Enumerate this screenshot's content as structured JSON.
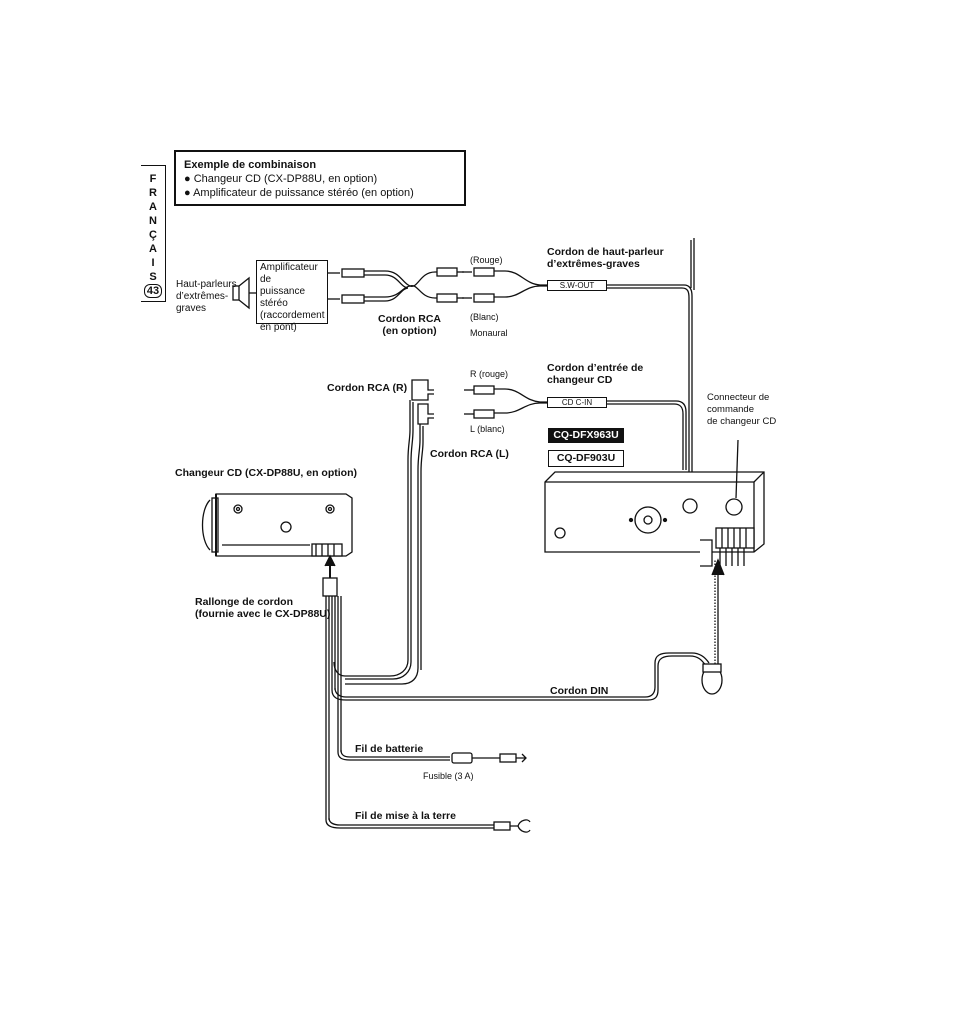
{
  "side_tab": {
    "letters": [
      "F",
      "R",
      "A",
      "N",
      "Ç",
      "A",
      "I",
      "S"
    ],
    "page_number": "43"
  },
  "example_box": {
    "title": "Exemple de combinaison",
    "items": [
      "Changeur CD (CX-DP88U, en option)",
      "Amplificateur de puissance stéréo (en option)"
    ]
  },
  "labels": {
    "speakers": [
      "Haut-parleurs",
      "d’extrêmes-",
      "graves"
    ],
    "amplifier": [
      "Amplificateur de",
      "puissance stéréo",
      "(raccordement",
      "en pont)"
    ],
    "rca_cord_optional": [
      "Cordon RCA",
      "(en option)"
    ],
    "rouge": "(Rouge)",
    "blanc": "(Blanc)",
    "monaural": "Monaural",
    "subwoofer_cord": [
      "Cordon de haut-parleur",
      "d’extrêmes-graves"
    ],
    "sw_out": "S.W-OUT",
    "r_rouge": "R (rouge)",
    "l_blanc": "L (blanc)",
    "cd_input_cord": [
      "Cordon d’entrée de",
      "changeur CD"
    ],
    "cd_c_in": "CD C-IN",
    "rca_r": "Cordon RCA (R)",
    "rca_l": "Cordon RCA (L)",
    "controller_connector": [
      "Connecteur de",
      "commande",
      "de changeur CD"
    ],
    "model_dark": "CQ-DFX963U",
    "model_light": "CQ-DF903U",
    "cd_changer": "Changeur CD (CX-DP88U, en option)",
    "extension_cord": [
      "Rallonge de cordon",
      "(fournie avec le CX-DP88U)"
    ],
    "din_cord": "Cordon DIN",
    "battery_wire": "Fil de batterie",
    "fuse": "Fusible (3 A)",
    "ground_wire": "Fil de mise à la terre"
  }
}
